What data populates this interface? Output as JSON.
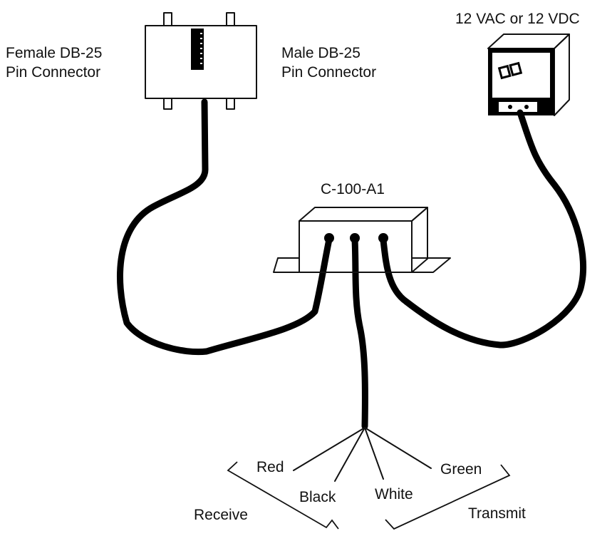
{
  "labels": {
    "power": "12 VAC or 12 VDC",
    "female": [
      "Female DB-25",
      "Pin Connector"
    ],
    "male": [
      "Male DB-25",
      "Pin Connector"
    ],
    "device": "C-100-A1",
    "wires": {
      "red": "Red",
      "black": "Black",
      "white": "White",
      "green": "Green"
    },
    "receive": "Receive",
    "transmit": "Transmit"
  }
}
